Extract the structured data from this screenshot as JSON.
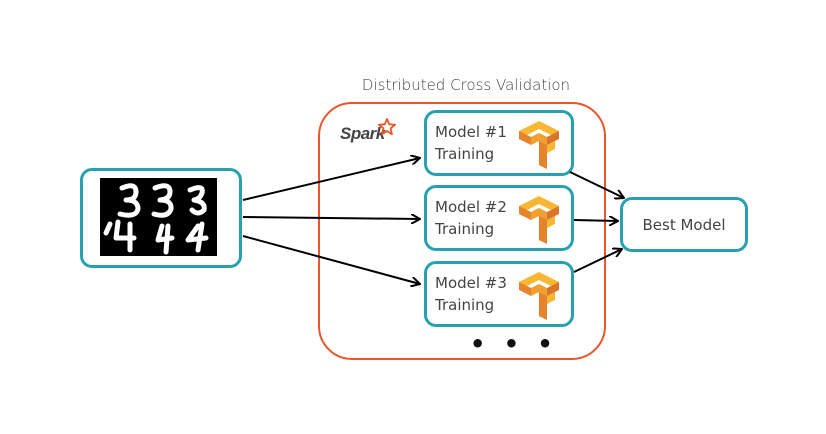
{
  "diagram": {
    "cross_validation": {
      "title": "Distributed Cross Validation",
      "framework_logo": "Spark",
      "border_color": "#e8572a"
    },
    "input": {
      "image": "mnist-digits-icon",
      "digits": [
        "3",
        "3",
        "3",
        "4",
        "4",
        "4"
      ]
    },
    "models": [
      {
        "line1": "Model #1",
        "line2": "Training",
        "icon": "tensorflow-icon"
      },
      {
        "line1": "Model #2",
        "line2": "Training",
        "icon": "tensorflow-icon"
      },
      {
        "line1": "Model #3",
        "line2": "Training",
        "icon": "tensorflow-icon"
      }
    ],
    "more_indicator": "• • •",
    "output": {
      "label": "Best Model"
    },
    "box_color": "#27a0b1",
    "icon_colors": {
      "tf_light": "#f7b733",
      "tf_dark": "#e5842d"
    }
  }
}
